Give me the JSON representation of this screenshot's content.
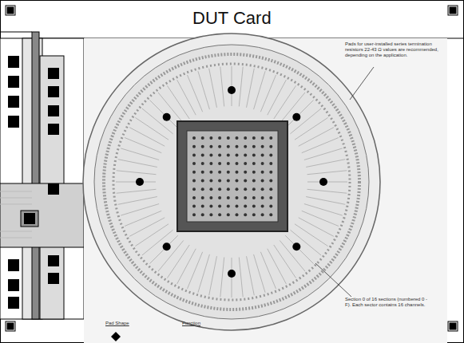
{
  "diagram": {
    "title": "DUT Card",
    "labels": [
      "Pads for user-installed series termination resistors 22-43 Ω values are recommended, depending on the application.",
      "Section 0 of 16 sections (numbered 0 - F). Each sector contains 16 channels.",
      "Pad Shape",
      "Function"
    ]
  }
}
